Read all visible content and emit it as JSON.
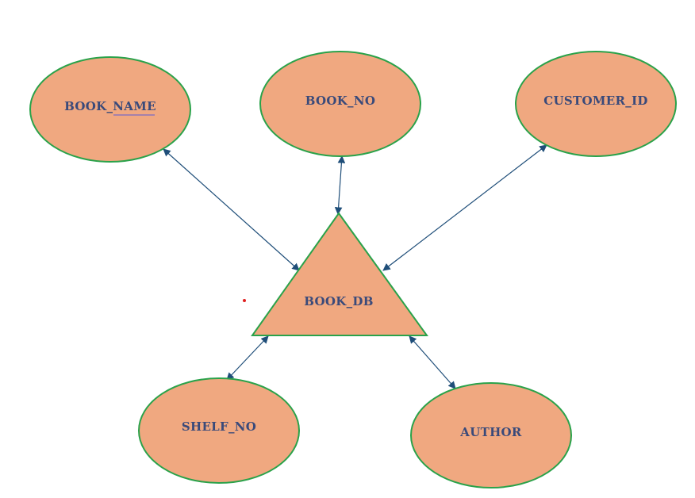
{
  "diagram": {
    "center": {
      "label": "BOOK_DB",
      "shape": "triangle"
    },
    "attributes": [
      {
        "id": "book_name",
        "label": "BOOK_NAME",
        "underlined_part": "NAME"
      },
      {
        "id": "book_no",
        "label": "BOOK_NO"
      },
      {
        "id": "customer_id",
        "label": "CUSTOMER_ID"
      },
      {
        "id": "shelf_no",
        "label": "SHELF_NO"
      },
      {
        "id": "author",
        "label": "AUTHOR"
      }
    ],
    "connectors": [
      {
        "from": "book_db",
        "to": "book_name",
        "arrows": "both"
      },
      {
        "from": "book_db",
        "to": "book_no",
        "arrows": "both"
      },
      {
        "from": "book_db",
        "to": "customer_id",
        "arrows": "both"
      },
      {
        "from": "book_db",
        "to": "shelf_no",
        "arrows": "both"
      },
      {
        "from": "book_db",
        "to": "author",
        "arrows": "both"
      }
    ],
    "colors": {
      "node_fill": "#f0a880",
      "node_stroke": "#2aa24a",
      "label": "#3a4a7a",
      "connector": "#1f4e79",
      "stray_dot": "#e02020"
    }
  }
}
